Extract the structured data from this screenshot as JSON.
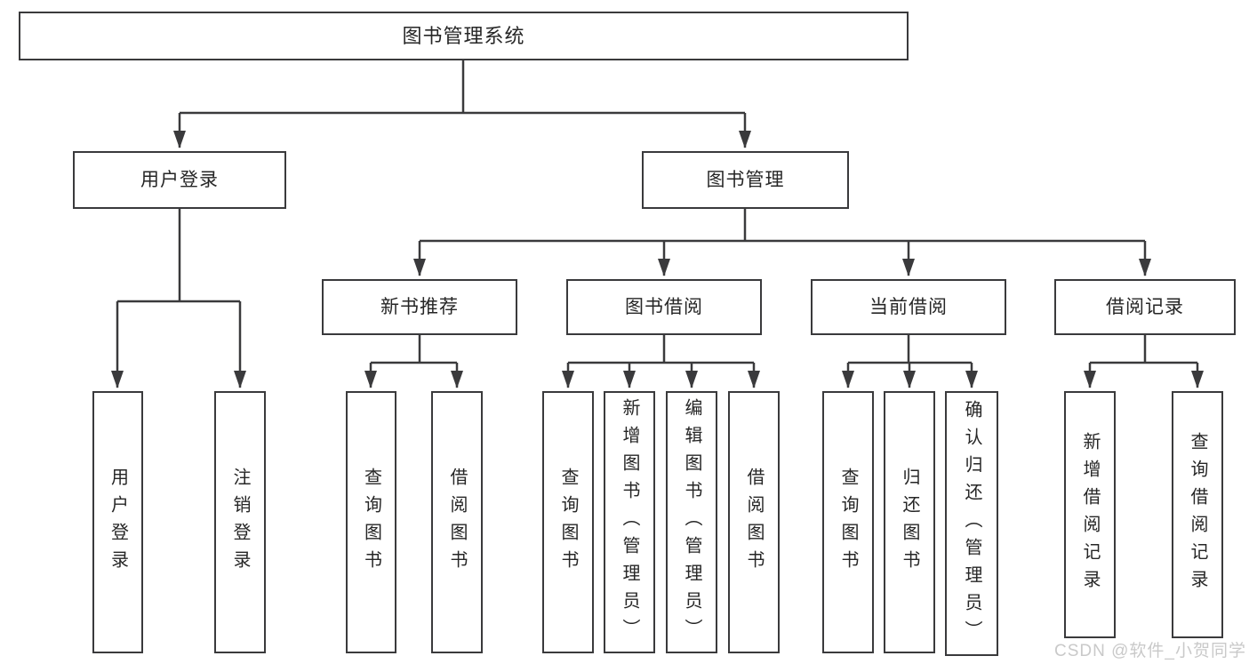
{
  "diagram_type": "feature-tree",
  "colors": {
    "line": "#3a3a3c",
    "box_border": "#3a3a3c",
    "box_fill": "#ffffff",
    "text": "#262626",
    "watermark": "#c9c9c9"
  },
  "tree": {
    "root": {
      "label": "图书管理系统"
    },
    "branches": [
      {
        "label": "用户登录",
        "children": [
          {
            "label": "用户登录"
          },
          {
            "label": "注销登录"
          }
        ]
      },
      {
        "label": "图书管理",
        "children": [
          {
            "label": "新书推荐",
            "children": [
              {
                "label": "查询图书"
              },
              {
                "label": "借阅图书"
              }
            ]
          },
          {
            "label": "图书借阅",
            "children": [
              {
                "label": "查询图书"
              },
              {
                "label": "新增图书（管理员）"
              },
              {
                "label": "编辑图书（管理员）"
              },
              {
                "label": "借阅图书"
              }
            ]
          },
          {
            "label": "当前借阅",
            "children": [
              {
                "label": "查询图书"
              },
              {
                "label": "归还图书"
              },
              {
                "label": "确认归还（管理员）"
              }
            ]
          },
          {
            "label": "借阅记录",
            "children": [
              {
                "label": "新增借阅记录"
              },
              {
                "label": "查询借阅记录"
              }
            ]
          }
        ]
      }
    ]
  },
  "watermark": {
    "text": "CSDN @软件_小贺同学"
  }
}
